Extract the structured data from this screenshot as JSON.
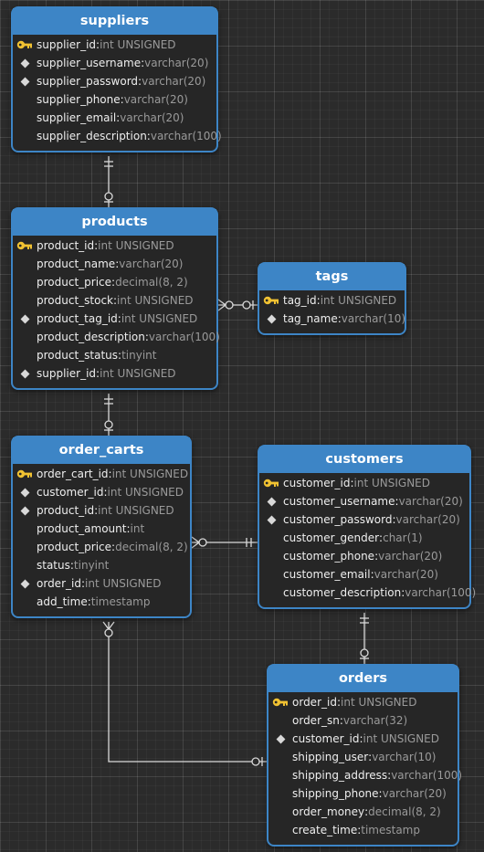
{
  "colors": {
    "background": "#2b2b2b",
    "header": "#3d85c6",
    "border": "#3d85c6",
    "connector": "#d9d9d9",
    "key": "#f1c232"
  },
  "tables": [
    {
      "id": "suppliers",
      "name": "suppliers",
      "fields": [
        {
          "name": "supplier_id",
          "type": "int UNSIGNED",
          "icon": "key-icon"
        },
        {
          "name": "supplier_username",
          "type": "varchar(20)",
          "icon": "diamond-icon"
        },
        {
          "name": "supplier_password",
          "type": "varchar(20)",
          "icon": "diamond-icon"
        },
        {
          "name": "supplier_phone",
          "type": "varchar(20)",
          "icon": ""
        },
        {
          "name": "supplier_email",
          "type": "varchar(20)",
          "icon": ""
        },
        {
          "name": "supplier_description",
          "type": "varchar(100)",
          "icon": ""
        }
      ]
    },
    {
      "id": "products",
      "name": "products",
      "fields": [
        {
          "name": "product_id",
          "type": "int UNSIGNED",
          "icon": "key-icon"
        },
        {
          "name": "product_name",
          "type": "varchar(20)",
          "icon": ""
        },
        {
          "name": "product_price",
          "type": "decimal(8, 2)",
          "icon": ""
        },
        {
          "name": "product_stock",
          "type": "int UNSIGNED",
          "icon": ""
        },
        {
          "name": "product_tag_id",
          "type": "int UNSIGNED",
          "icon": "diamond-icon"
        },
        {
          "name": "product_description",
          "type": "varchar(100)",
          "icon": ""
        },
        {
          "name": "product_status",
          "type": "tinyint",
          "icon": ""
        },
        {
          "name": "supplier_id",
          "type": "int UNSIGNED",
          "icon": "diamond-icon"
        }
      ]
    },
    {
      "id": "tags",
      "name": "tags",
      "fields": [
        {
          "name": "tag_id",
          "type": "int UNSIGNED",
          "icon": "key-icon"
        },
        {
          "name": "tag_name",
          "type": "varchar(10)",
          "icon": "diamond-icon"
        }
      ]
    },
    {
      "id": "order_carts",
      "name": "order_carts",
      "fields": [
        {
          "name": "order_cart_id",
          "type": "int UNSIGNED",
          "icon": "key-icon"
        },
        {
          "name": "customer_id",
          "type": "int UNSIGNED",
          "icon": "diamond-icon"
        },
        {
          "name": "product_id",
          "type": "int UNSIGNED",
          "icon": "diamond-icon"
        },
        {
          "name": "product_amount",
          "type": "int",
          "icon": ""
        },
        {
          "name": "product_price",
          "type": "decimal(8, 2)",
          "icon": ""
        },
        {
          "name": "status",
          "type": "tinyint",
          "icon": ""
        },
        {
          "name": "order_id",
          "type": "int UNSIGNED",
          "icon": "diamond-icon"
        },
        {
          "name": "add_time",
          "type": "timestamp",
          "icon": ""
        }
      ]
    },
    {
      "id": "customers",
      "name": "customers",
      "fields": [
        {
          "name": "customer_id",
          "type": "int UNSIGNED",
          "icon": "key-icon"
        },
        {
          "name": "customer_username",
          "type": "varchar(20)",
          "icon": "diamond-icon"
        },
        {
          "name": "customer_password",
          "type": "varchar(20)",
          "icon": "diamond-icon"
        },
        {
          "name": "customer_gender",
          "type": "char(1)",
          "icon": ""
        },
        {
          "name": "customer_phone",
          "type": "varchar(20)",
          "icon": ""
        },
        {
          "name": "customer_email",
          "type": "varchar(20)",
          "icon": ""
        },
        {
          "name": "customer_description",
          "type": "varchar(100)",
          "icon": ""
        }
      ]
    },
    {
      "id": "orders",
      "name": "orders",
      "fields": [
        {
          "name": "order_id",
          "type": "int UNSIGNED",
          "icon": "key-icon"
        },
        {
          "name": "order_sn",
          "type": "varchar(32)",
          "icon": ""
        },
        {
          "name": "customer_id",
          "type": "int UNSIGNED",
          "icon": "diamond-icon"
        },
        {
          "name": "shipping_user",
          "type": "varchar(10)",
          "icon": ""
        },
        {
          "name": "shipping_address",
          "type": "varchar(100)",
          "icon": ""
        },
        {
          "name": "shipping_phone",
          "type": "varchar(20)",
          "icon": ""
        },
        {
          "name": "order_money",
          "type": "decimal(8, 2)",
          "icon": ""
        },
        {
          "name": "create_time",
          "type": "timestamp",
          "icon": ""
        }
      ]
    }
  ],
  "relationships": [
    {
      "from": "suppliers",
      "to": "products",
      "from_cardinality": "one",
      "to_cardinality": "zero-or-one"
    },
    {
      "from": "products",
      "to": "tags",
      "from_cardinality": "zero-or-many",
      "to_cardinality": "zero-or-one"
    },
    {
      "from": "products",
      "to": "order_carts",
      "from_cardinality": "one",
      "to_cardinality": "zero-or-one"
    },
    {
      "from": "order_carts",
      "to": "customers",
      "from_cardinality": "zero-or-many",
      "to_cardinality": "one"
    },
    {
      "from": "customers",
      "to": "orders",
      "from_cardinality": "one",
      "to_cardinality": "zero-or-one"
    },
    {
      "from": "order_carts",
      "to": "orders",
      "from_cardinality": "zero-or-many",
      "to_cardinality": "zero-or-one"
    }
  ]
}
